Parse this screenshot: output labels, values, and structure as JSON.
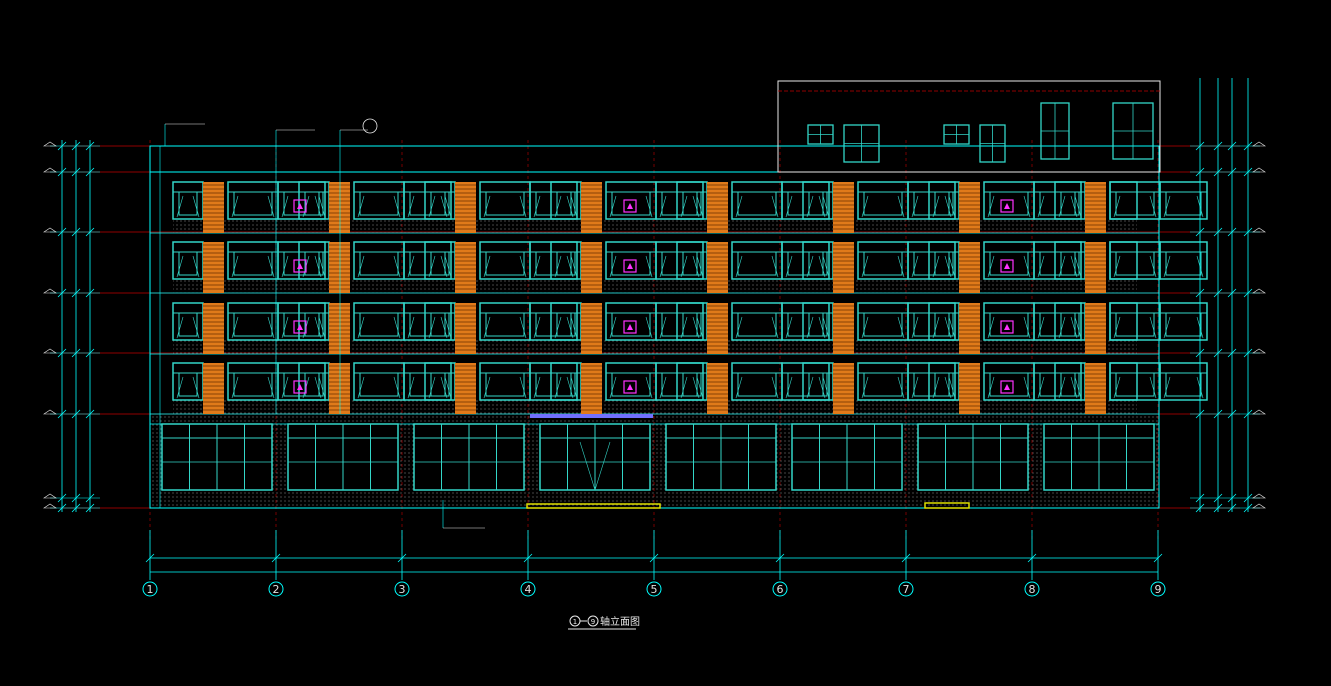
{
  "colors": {
    "background": "#000000",
    "structure": "#00ffff",
    "window": "#33d6c8",
    "axis_line": "#c00000",
    "shutter": "#e07a1a",
    "marker": "#ff33ff",
    "canopy": "#7070ff",
    "step": "#e0e000",
    "text": "#e8e8e8"
  },
  "axes": [
    "1",
    "2",
    "3",
    "4",
    "5",
    "6",
    "7",
    "8",
    "9"
  ],
  "title": {
    "range_start": "1",
    "range_end": "9",
    "text": "轴立面图"
  },
  "icons": {
    "marker": "triangle-marker-icon",
    "axis_bubble": "axis-circle-icon"
  }
}
